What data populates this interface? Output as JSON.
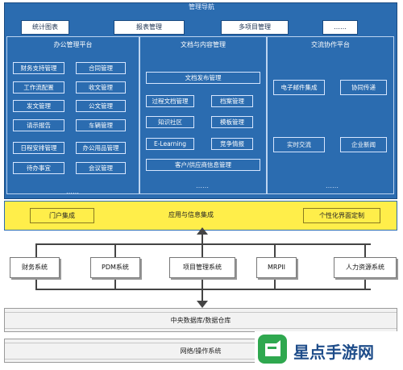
{
  "header": {
    "title": "管理导航",
    "buttons": [
      "统计图表",
      "报表管理",
      "多项目管理",
      "……"
    ]
  },
  "office": {
    "title": "办公管理平台",
    "left": [
      "财务支持管理",
      "工作流配置",
      "发文管理",
      "请示报告",
      "日程安排管理",
      "待办事宜"
    ],
    "right": [
      "合同管理",
      "收文管理",
      "公文管理",
      "车辆管理",
      "办公用品管理",
      "会议管理"
    ],
    "more": "……"
  },
  "document": {
    "title": "文档与内容管理",
    "publish": "文档发布管理",
    "grid": [
      "过程文档管理",
      "档案管理",
      "知识社区",
      "模板管理",
      "E-Learning",
      "竞争情报"
    ],
    "customer": "客户/供应商信息管理",
    "more": "……"
  },
  "exchange": {
    "title": "交流协作平台",
    "items": [
      "电子邮件集成",
      "协同传递",
      "实时交流",
      "企业新闻"
    ],
    "more": "……"
  },
  "integration": {
    "left": "门户集成",
    "center": "应用与信息集成",
    "right": "个性化界面定制"
  },
  "systems": [
    "财务系统",
    "PDM系统",
    "项目管理系统",
    "MRPII",
    "人力资源系统"
  ],
  "layers": {
    "database": "中央数据库/数据仓库",
    "network": "网络/操作系统"
  },
  "watermark": "星点手游网"
}
